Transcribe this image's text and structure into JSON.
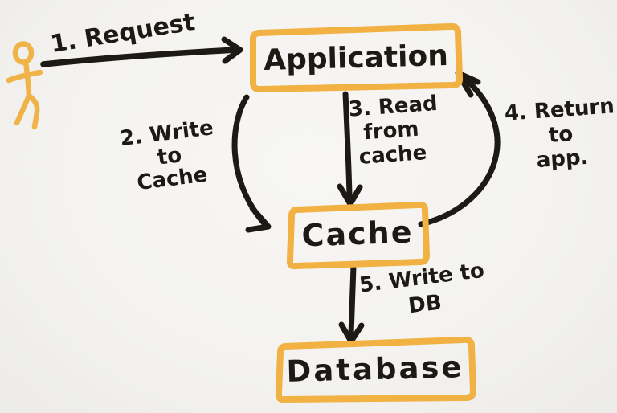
{
  "diagram": {
    "title": "Hand-drawn caching flow diagram",
    "background_color": "#f4f3f0",
    "ink_color": "#1d1914",
    "accent_color": "#f1b243",
    "actor": {
      "name": "user"
    },
    "nodes": {
      "application": {
        "label": "Application"
      },
      "cache": {
        "label": "Cache"
      },
      "database": {
        "label": "Database"
      }
    },
    "edges": {
      "request": {
        "label": "1. Request",
        "from": "user",
        "to": "application"
      },
      "write_to_cache": {
        "lines": [
          "2. Write",
          "to",
          "Cache"
        ],
        "from": "application",
        "to": "cache"
      },
      "read_from_cache": {
        "lines": [
          "3. Read",
          "from",
          "cache"
        ],
        "from": "application",
        "to": "cache"
      },
      "return_to_app": {
        "lines": [
          "4. Return",
          "to",
          "app."
        ],
        "from": "cache",
        "to": "application"
      },
      "write_to_db": {
        "lines": [
          "5. Write to",
          "DB"
        ],
        "from": "cache",
        "to": "database"
      }
    }
  }
}
